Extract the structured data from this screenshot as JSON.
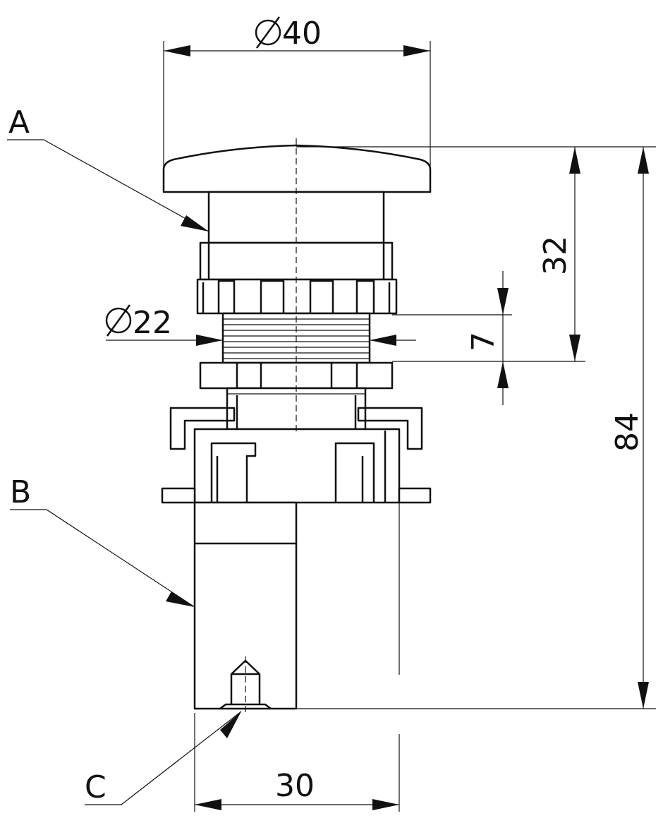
{
  "labels": {
    "part_a": "A",
    "part_b": "B",
    "part_c": "C"
  },
  "dimensions": {
    "head_diameter": "40",
    "thread_diameter": "22",
    "head_height": "32",
    "panel_gap": "7",
    "overall_height": "84",
    "block_width": "30"
  }
}
